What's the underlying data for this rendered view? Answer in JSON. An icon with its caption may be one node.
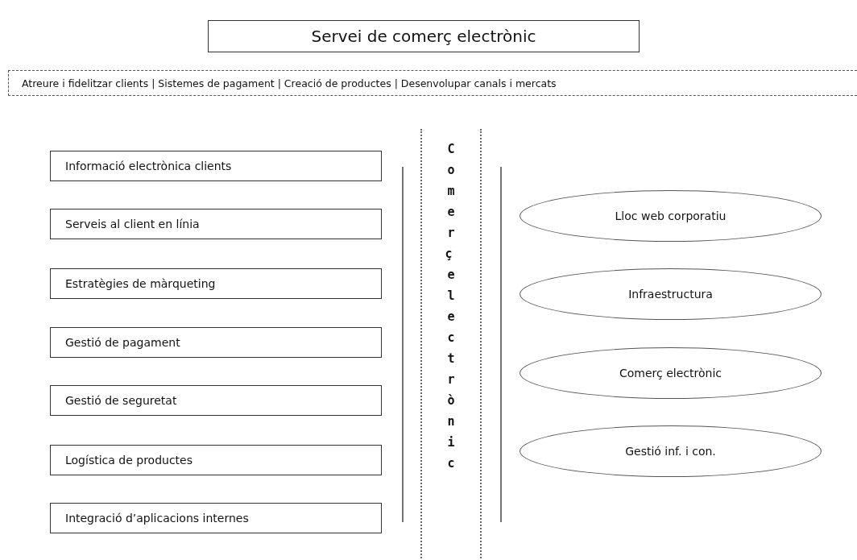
{
  "diagram": {
    "nodes": [
      {
        "text": [
          "Servei de comerç electrònic"
        ]
      },
      {
        "text": [
          "Atreure i fidelitzar clients | Sistemes de pagament | Creació de productes | Desenvolupar canals i mercats"
        ]
      },
      {
        "text": [
          "Informació electrònica clients"
        ]
      },
      {
        "text": [
          "Serveis al client en línia"
        ]
      },
      {
        "text": [
          "Estratègies de màrqueting"
        ]
      },
      {
        "text": [
          "Gestió de pagament"
        ]
      },
      {
        "text": [
          "Gestió de seguretat"
        ]
      },
      {
        "text": [
          "Logística de productes"
        ]
      },
      {
        "text": [
          "Integració d’aplicacions internes"
        ]
      },
      {
        "text": [
          "Comerç electrònic"
        ]
      },
      {
        "text": [
          "Lloc web corporatiu"
        ]
      },
      {
        "text": [
          "Infraestructura"
        ]
      },
      {
        "text": [
          "Comerç electrònic"
        ]
      },
      {
        "text": [
          "Gestió inf. i con."
        ]
      }
    ]
  }
}
